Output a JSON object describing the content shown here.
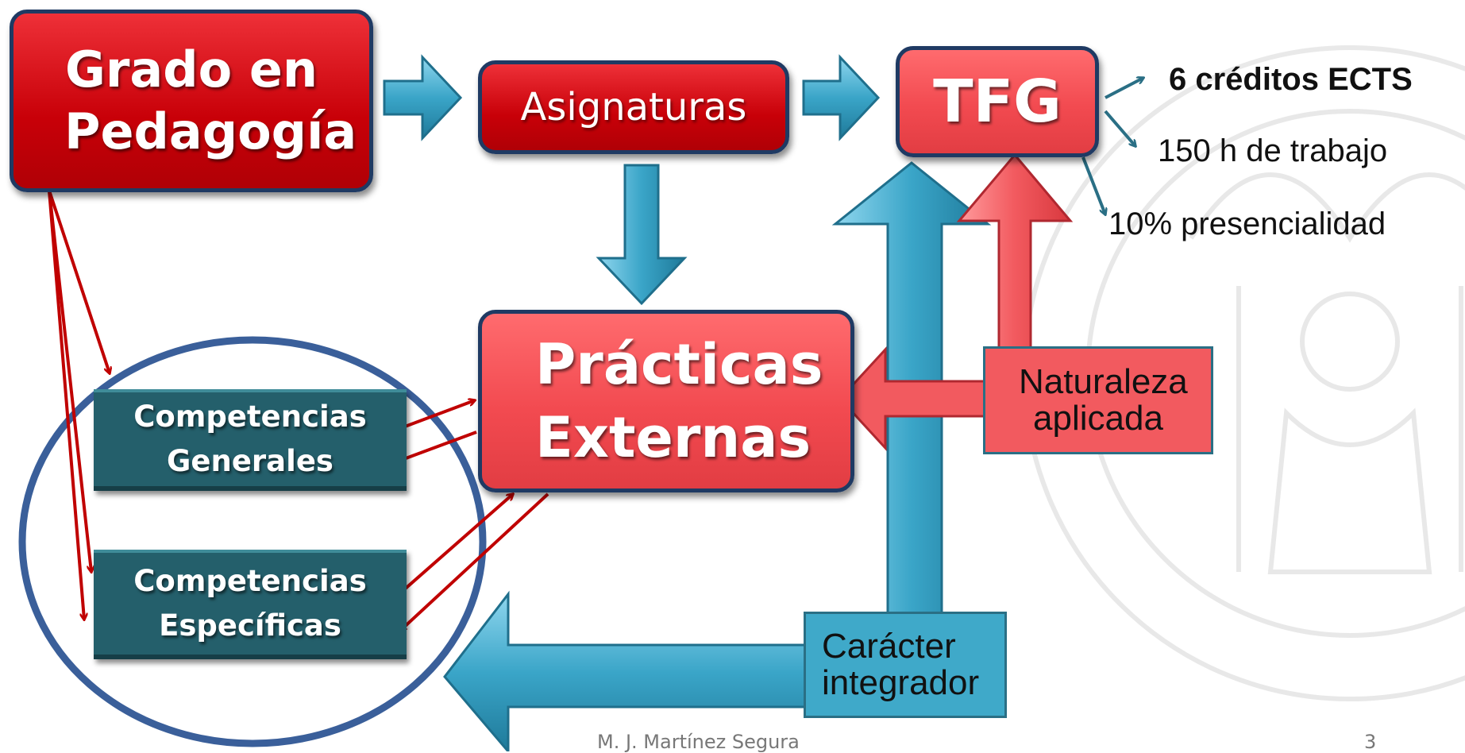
{
  "slide": {
    "title_box": "Grado en Pedagogía",
    "asignaturas": "Asignaturas",
    "tfg": "TFG",
    "practicas": "Prácticas Externas",
    "comp_generales": "Competencias Generales",
    "comp_especificas": "Competencias Específicas",
    "naturaleza": "Naturaleza aplicada",
    "caracter": "Carácter integrador",
    "tfg_details": [
      "6 créditos ECTS",
      "150 h de trabajo",
      "10% presencialidad"
    ],
    "footer_author": "M. J. Martínez Segura",
    "page_number": "3"
  },
  "colors": {
    "dark_red": "#c80008",
    "coral": "#f24a50",
    "blue_arrow": "#41a9cb",
    "teal_box": "#245f6b",
    "circle_outline": "#3a5f9a",
    "thin_red_arrow": "#c00000",
    "tfg_arrows": "#2a6f85"
  }
}
